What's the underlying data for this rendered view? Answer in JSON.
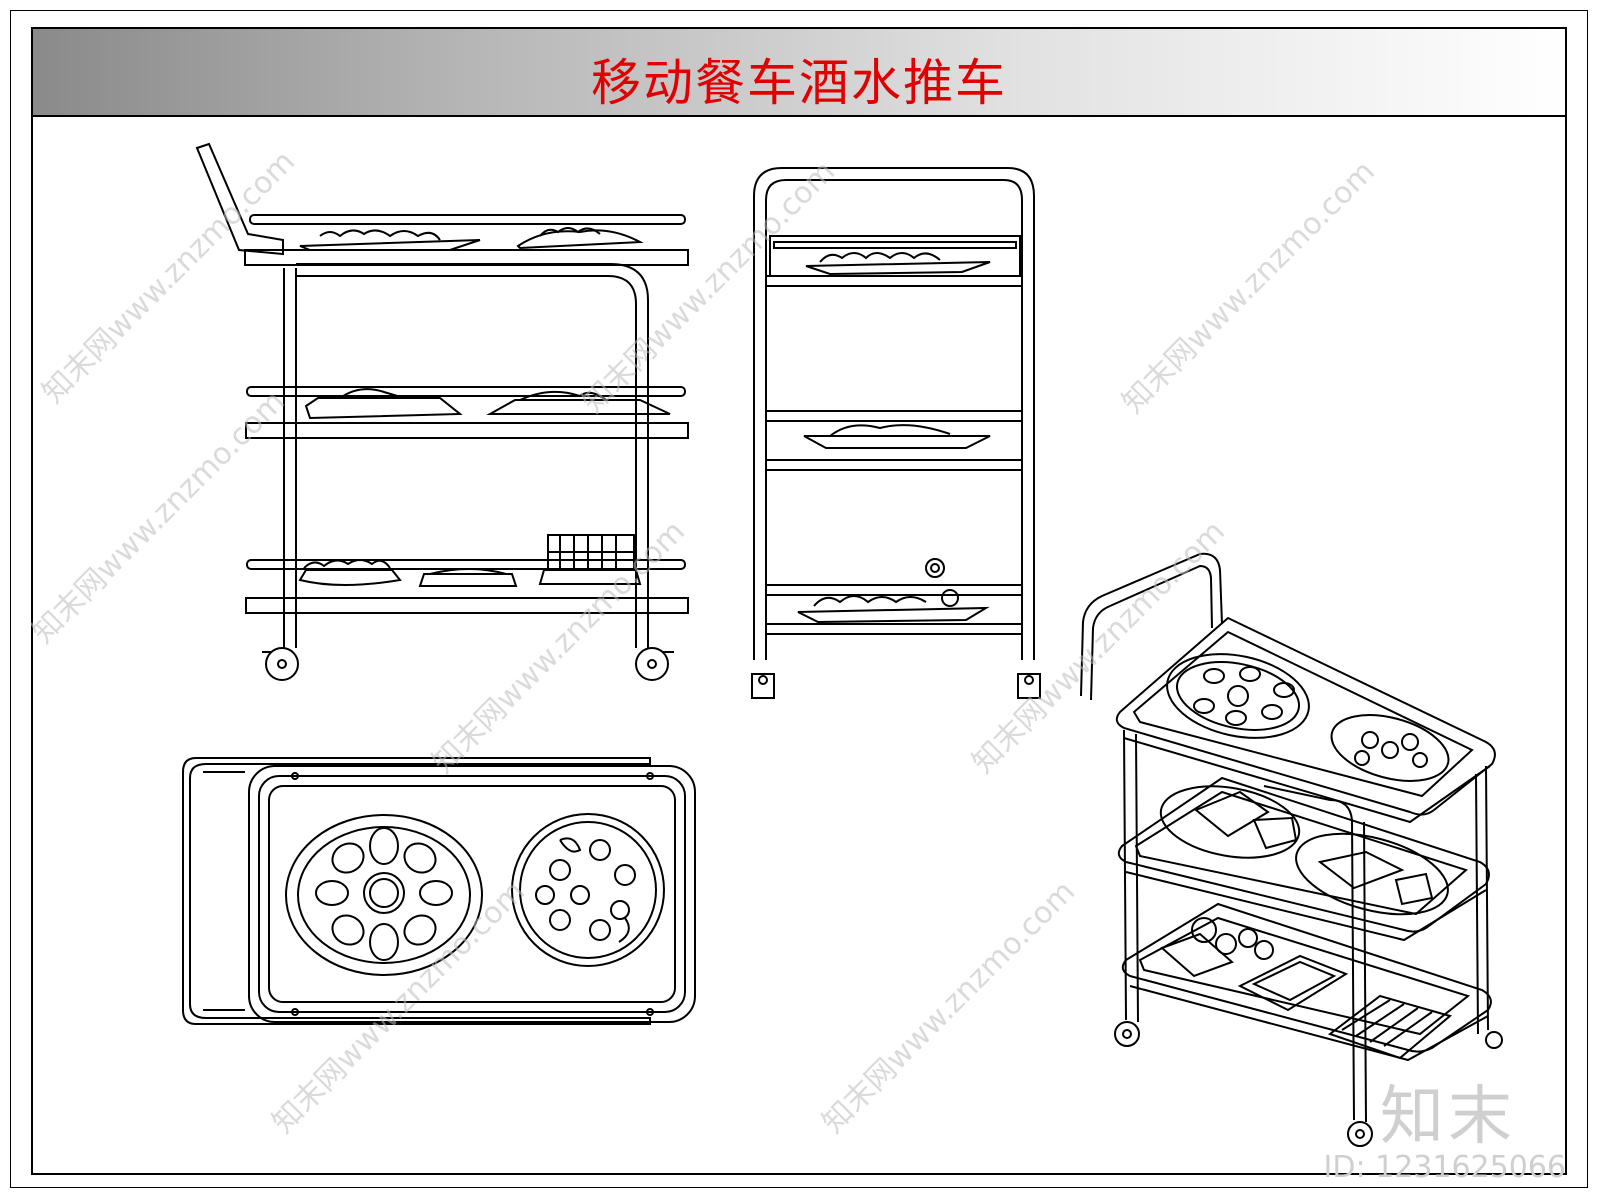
{
  "title": "移动餐车酒水推车",
  "watermark": "知末网www.znzmo.com",
  "brand_logo": "知末",
  "image_id": "ID: 1231625066",
  "colors": {
    "title_red": "#e00000",
    "line": "#000000",
    "watermark": "#bdbdbd"
  }
}
